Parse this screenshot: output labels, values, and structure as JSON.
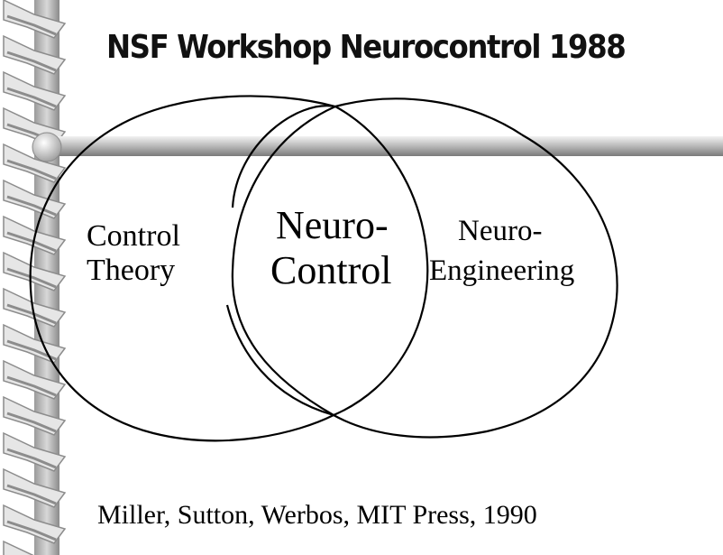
{
  "slide": {
    "title": "NSF Workshop Neurocontrol 1988",
    "citation": "Miller, Sutton, Werbos, MIT Press, 1990"
  },
  "diagram": {
    "left_set": {
      "line1": "Control",
      "line2": "Theory"
    },
    "intersection": {
      "line1": "Neuro-",
      "line2": "Control"
    },
    "right_set": {
      "line1": "Neuro-",
      "line2": "Engineering"
    }
  },
  "colors": {
    "spiral_light": "#e6e6e6",
    "spiral_dark": "#8c8c8c",
    "line_stroke": "#000000"
  }
}
